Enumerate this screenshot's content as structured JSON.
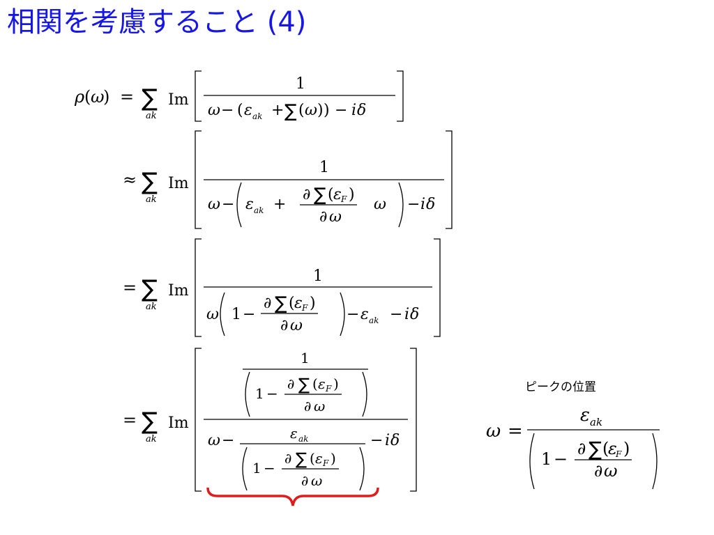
{
  "slide": {
    "title": "相関を考慮すること (4)",
    "peak_caption": "ピークの位置"
  },
  "symbols": {
    "rho": "ρ",
    "omega": "ω",
    "epsilon": "ε",
    "delta": "δ",
    "partial": "∂",
    "sigma": "∑",
    "im": "Im",
    "imag_unit": "i",
    "one": "1",
    "equals": "=",
    "approx": "≈",
    "minus": "−",
    "plus": "+",
    "lparen": "(",
    "rparen": ")",
    "sub_ak": "ak",
    "sub_F": "F"
  },
  "colors": {
    "title": "#1616e6",
    "underbrace": "#e11a1a",
    "text": "#000000"
  }
}
